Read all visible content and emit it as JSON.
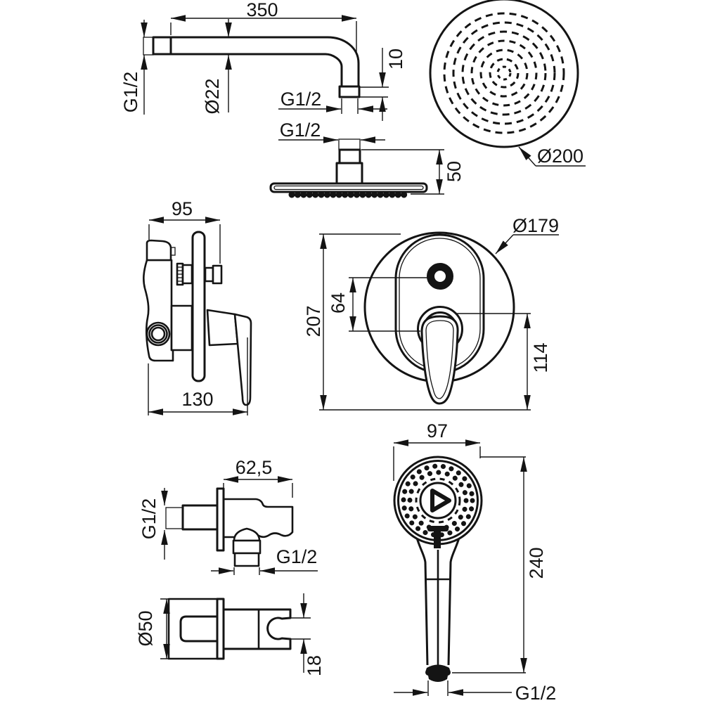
{
  "views": {
    "shower_arm": {
      "length": "350",
      "tube_diameter": "Ø22",
      "wall_thread": "G1/2",
      "outlet_thread": "G1/2",
      "outlet_height": "10"
    },
    "head_top": {
      "diameter": "Ø200"
    },
    "head_side": {
      "thread": "G1/2",
      "height": "50"
    },
    "mixer_side": {
      "depth": "95",
      "width": "130"
    },
    "mixer_front": {
      "plate_diameter": "Ø179",
      "total_height": "207",
      "button_offset": "64",
      "handle_length": "114"
    },
    "elbow_side": {
      "depth": "62,5",
      "wall_thread": "G1/2",
      "outlet_thread": "G1/2"
    },
    "elbow_bottom": {
      "plate_diameter": "Ø50",
      "holder_gap": "18"
    },
    "hand_shower": {
      "head_width": "97",
      "length": "240",
      "thread": "G1/2"
    }
  }
}
